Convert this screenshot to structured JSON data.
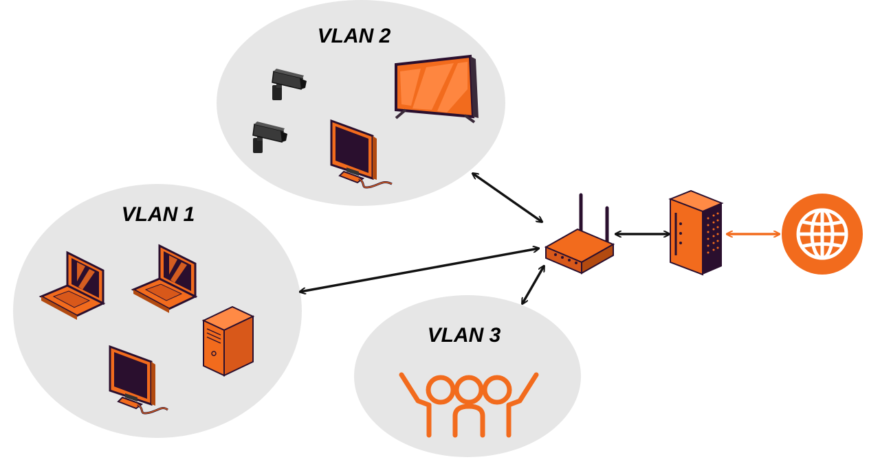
{
  "vlans": [
    {
      "label": "VLAN 1"
    },
    {
      "label": "VLAN 2"
    },
    {
      "label": "VLAN 3"
    }
  ],
  "icons": {
    "vlan1": [
      "laptop-icon",
      "laptop-icon",
      "desktop-tower-icon",
      "monitor-icon"
    ],
    "vlan2": [
      "security-camera-icon",
      "security-camera-icon",
      "tv-icon",
      "monitor-icon"
    ],
    "vlan3": [
      "group-people-icon"
    ],
    "network": [
      "router-icon",
      "modem-icon",
      "globe-icon"
    ]
  },
  "colors": {
    "accent": "#F26B1D",
    "bubble": "#E6E6E6",
    "screen": "#2A0F2E",
    "arrow": "#111111"
  }
}
